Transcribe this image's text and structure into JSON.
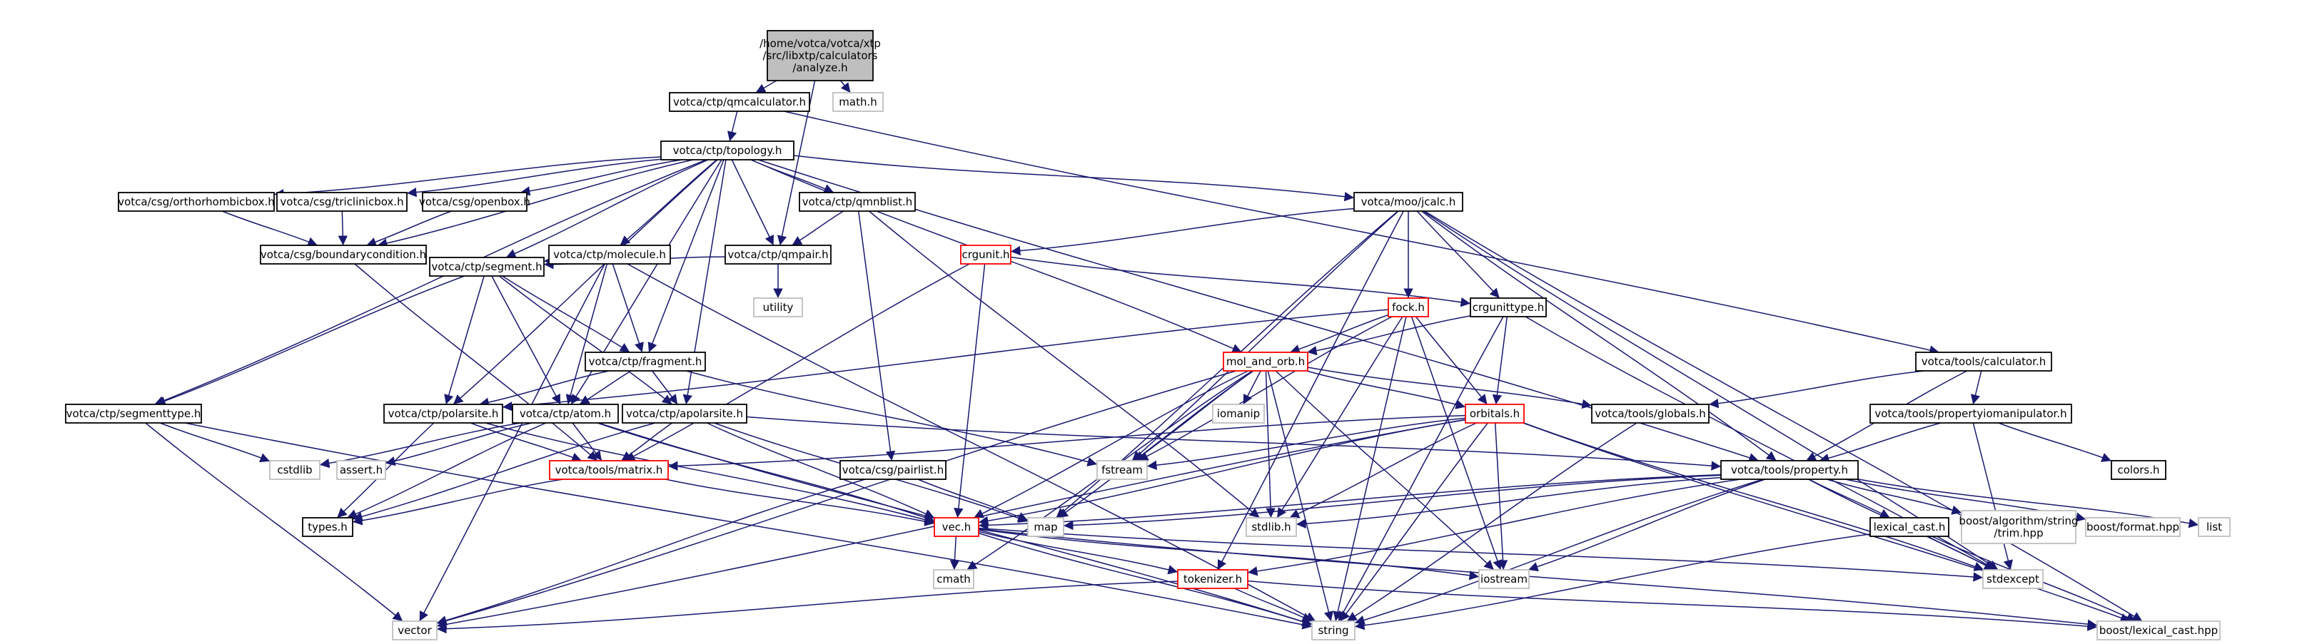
{
  "graph": {
    "colors": {
      "root_fill": "#bfbfbf",
      "root_border": "#000000",
      "node_border": "#000000",
      "missing_border": "#bfbfbf",
      "truncated_border": "#ff0000",
      "edge": "#191970",
      "text": "#000000"
    },
    "nodes": {
      "analyze": {
        "label": "/home/votca/votca/xtp\n/src/libxtp/calculators\n/analyze.h",
        "kind": "root"
      },
      "qmcalculator": {
        "label": "votca/ctp/qmcalculator.h",
        "kind": "normal"
      },
      "math": {
        "label": "math.h",
        "kind": "missing"
      },
      "topology": {
        "label": "votca/ctp/topology.h",
        "kind": "normal"
      },
      "orthorhombicbox": {
        "label": "votca/csg/orthorhombicbox.h",
        "kind": "normal"
      },
      "triclinicbox": {
        "label": "votca/csg/triclinicbox.h",
        "kind": "normal"
      },
      "openbox": {
        "label": "votca/csg/openbox.h",
        "kind": "normal"
      },
      "qmnblist": {
        "label": "votca/ctp/qmnblist.h",
        "kind": "normal"
      },
      "jcalc": {
        "label": "votca/moo/jcalc.h",
        "kind": "normal"
      },
      "boundarycondition": {
        "label": "votca/csg/boundarycondition.h",
        "kind": "normal"
      },
      "molecule": {
        "label": "votca/ctp/molecule.h",
        "kind": "normal"
      },
      "qmpair": {
        "label": "votca/ctp/qmpair.h",
        "kind": "normal"
      },
      "crgunit": {
        "label": "crgunit.h",
        "kind": "truncated"
      },
      "utility": {
        "label": "utility",
        "kind": "missing"
      },
      "segment": {
        "label": "votca/ctp/segment.h",
        "kind": "normal"
      },
      "fock": {
        "label": "fock.h",
        "kind": "truncated"
      },
      "crgunittype": {
        "label": "crgunittype.h",
        "kind": "normal"
      },
      "fragment": {
        "label": "votca/ctp/fragment.h",
        "kind": "normal"
      },
      "mol_and_orb": {
        "label": "mol_and_orb.h",
        "kind": "truncated"
      },
      "calculator": {
        "label": "votca/tools/calculator.h",
        "kind": "normal"
      },
      "segmenttype": {
        "label": "votca/ctp/segmenttype.h",
        "kind": "normal"
      },
      "polarsite": {
        "label": "votca/ctp/polarsite.h",
        "kind": "normal"
      },
      "atom": {
        "label": "votca/ctp/atom.h",
        "kind": "normal"
      },
      "apolarsite": {
        "label": "votca/ctp/apolarsite.h",
        "kind": "normal"
      },
      "iomanip": {
        "label": "iomanip",
        "kind": "missing"
      },
      "orbitals": {
        "label": "orbitals.h",
        "kind": "truncated"
      },
      "globals": {
        "label": "votca/tools/globals.h",
        "kind": "normal"
      },
      "propertyiomanipulator": {
        "label": "votca/tools/propertyiomanipulator.h",
        "kind": "normal"
      },
      "cstdlib": {
        "label": "cstdlib",
        "kind": "missing"
      },
      "assert": {
        "label": "assert.h",
        "kind": "missing"
      },
      "matrix": {
        "label": "votca/tools/matrix.h",
        "kind": "truncated"
      },
      "fstream": {
        "label": "fstream",
        "kind": "missing"
      },
      "pairlist": {
        "label": "votca/csg/pairlist.h",
        "kind": "normal"
      },
      "property": {
        "label": "votca/tools/property.h",
        "kind": "normal"
      },
      "colors": {
        "label": "colors.h",
        "kind": "normal"
      },
      "types": {
        "label": "types.h",
        "kind": "normal"
      },
      "map": {
        "label": "map",
        "kind": "missing"
      },
      "vec": {
        "label": "vec.h",
        "kind": "truncated"
      },
      "stdlib": {
        "label": "stdlib.h",
        "kind": "missing"
      },
      "lexical_cast": {
        "label": "lexical_cast.h",
        "kind": "normal"
      },
      "trim": {
        "label": "boost/algorithm/string\n/trim.hpp",
        "kind": "missing"
      },
      "format": {
        "label": "boost/format.hpp",
        "kind": "missing"
      },
      "list": {
        "label": "list",
        "kind": "missing"
      },
      "cmath": {
        "label": "cmath",
        "kind": "missing"
      },
      "tokenizer": {
        "label": "tokenizer.h",
        "kind": "truncated"
      },
      "iostream": {
        "label": "iostream",
        "kind": "missing"
      },
      "stdexcept": {
        "label": "stdexcept",
        "kind": "missing"
      },
      "vector": {
        "label": "vector",
        "kind": "missing"
      },
      "string": {
        "label": "string",
        "kind": "missing"
      },
      "boost_lexical_cast": {
        "label": "boost/lexical_cast.hpp",
        "kind": "missing"
      }
    },
    "edges": [
      [
        "analyze",
        "qmcalculator"
      ],
      [
        "analyze",
        "math"
      ],
      [
        "analyze",
        "qmpair"
      ],
      [
        "qmcalculator",
        "topology"
      ],
      [
        "qmcalculator",
        "calculator"
      ],
      [
        "topology",
        "orthorhombicbox"
      ],
      [
        "topology",
        "triclinicbox"
      ],
      [
        "topology",
        "openbox"
      ],
      [
        "topology",
        "qmnblist"
      ],
      [
        "topology",
        "jcalc"
      ],
      [
        "topology",
        "boundarycondition"
      ],
      [
        "topology",
        "molecule"
      ],
      [
        "topology",
        "qmpair"
      ],
      [
        "topology",
        "segment"
      ],
      [
        "topology",
        "fragment"
      ],
      [
        "topology",
        "mol_and_orb"
      ],
      [
        "topology",
        "segmenttype"
      ],
      [
        "topology",
        "polarsite"
      ],
      [
        "topology",
        "atom"
      ],
      [
        "topology",
        "apolarsite"
      ],
      [
        "topology",
        "property"
      ],
      [
        "orthorhombicbox",
        "boundarycondition"
      ],
      [
        "triclinicbox",
        "boundarycondition"
      ],
      [
        "openbox",
        "boundarycondition"
      ],
      [
        "boundarycondition",
        "matrix"
      ],
      [
        "qmnblist",
        "qmpair"
      ],
      [
        "qmnblist",
        "pairlist"
      ],
      [
        "qmnblist",
        "stdlib"
      ],
      [
        "jcalc",
        "crgunit"
      ],
      [
        "jcalc",
        "fock"
      ],
      [
        "jcalc",
        "crgunittype"
      ],
      [
        "jcalc",
        "map"
      ],
      [
        "jcalc",
        "fstream"
      ],
      [
        "jcalc",
        "property"
      ],
      [
        "jcalc",
        "stdexcept"
      ],
      [
        "jcalc",
        "boost_lexical_cast"
      ],
      [
        "jcalc",
        "tokenizer"
      ],
      [
        "molecule",
        "segment"
      ],
      [
        "molecule",
        "fragment"
      ],
      [
        "molecule",
        "atom"
      ],
      [
        "molecule",
        "vector"
      ],
      [
        "molecule",
        "string"
      ],
      [
        "qmpair",
        "segment"
      ],
      [
        "qmpair",
        "utility"
      ],
      [
        "crgunit",
        "crgunittype"
      ],
      [
        "crgunit",
        "matrix"
      ],
      [
        "crgunit",
        "vec"
      ],
      [
        "segment",
        "fragment"
      ],
      [
        "segment",
        "atom"
      ],
      [
        "segment",
        "polarsite"
      ],
      [
        "segment",
        "apolarsite"
      ],
      [
        "segment",
        "segmenttype"
      ],
      [
        "fock",
        "mol_and_orb"
      ],
      [
        "fock",
        "orbitals"
      ],
      [
        "fock",
        "stdlib"
      ],
      [
        "fock",
        "iostream"
      ],
      [
        "fock",
        "string"
      ],
      [
        "fock",
        "fstream"
      ],
      [
        "fock",
        "polarsite"
      ],
      [
        "crgunittype",
        "mol_and_orb"
      ],
      [
        "crgunittype",
        "orbitals"
      ],
      [
        "crgunittype",
        "string"
      ],
      [
        "crgunittype",
        "stdexcept"
      ],
      [
        "fragment",
        "atom"
      ],
      [
        "fragment",
        "apolarsite"
      ],
      [
        "fragment",
        "polarsite"
      ],
      [
        "fragment",
        "fstream"
      ],
      [
        "mol_and_orb",
        "orbitals"
      ],
      [
        "mol_and_orb",
        "globals"
      ],
      [
        "mol_and_orb",
        "iomanip"
      ],
      [
        "mol_and_orb",
        "fstream"
      ],
      [
        "mol_and_orb",
        "map"
      ],
      [
        "mol_and_orb",
        "vec"
      ],
      [
        "mol_and_orb",
        "stdlib"
      ],
      [
        "mol_and_orb",
        "iostream"
      ],
      [
        "mol_and_orb",
        "string"
      ],
      [
        "mol_and_orb",
        "vector"
      ],
      [
        "mol_and_orb",
        "cmath"
      ],
      [
        "calculator",
        "globals"
      ],
      [
        "calculator",
        "property"
      ],
      [
        "calculator",
        "propertyiomanipulator"
      ],
      [
        "segmenttype",
        "cstdlib"
      ],
      [
        "segmenttype",
        "vector"
      ],
      [
        "segmenttype",
        "string"
      ],
      [
        "polarsite",
        "matrix"
      ],
      [
        "polarsite",
        "vec"
      ],
      [
        "polarsite",
        "types"
      ],
      [
        "atom",
        "matrix"
      ],
      [
        "atom",
        "vec"
      ],
      [
        "atom",
        "assert"
      ],
      [
        "atom",
        "types"
      ],
      [
        "atom",
        "string"
      ],
      [
        "atom",
        "cstdlib"
      ],
      [
        "apolarsite",
        "matrix"
      ],
      [
        "apolarsite",
        "vec"
      ],
      [
        "apolarsite",
        "types"
      ],
      [
        "apolarsite",
        "map"
      ],
      [
        "apolarsite",
        "property"
      ],
      [
        "orbitals",
        "matrix"
      ],
      [
        "orbitals",
        "vec"
      ],
      [
        "orbitals",
        "fstream"
      ],
      [
        "orbitals",
        "stdlib"
      ],
      [
        "orbitals",
        "iostream"
      ],
      [
        "orbitals",
        "string"
      ],
      [
        "orbitals",
        "stdexcept"
      ],
      [
        "orbitals",
        "vector"
      ],
      [
        "orbitals",
        "boost_lexical_cast"
      ],
      [
        "globals",
        "string"
      ],
      [
        "propertyiomanipulator",
        "property"
      ],
      [
        "propertyiomanipulator",
        "colors"
      ],
      [
        "propertyiomanipulator",
        "stdexcept"
      ],
      [
        "matrix",
        "vec"
      ],
      [
        "matrix",
        "types"
      ],
      [
        "pairlist",
        "map"
      ],
      [
        "pairlist",
        "vector"
      ],
      [
        "property",
        "map"
      ],
      [
        "property",
        "vec"
      ],
      [
        "property",
        "stdlib"
      ],
      [
        "property",
        "lexical_cast"
      ],
      [
        "property",
        "trim"
      ],
      [
        "property",
        "format"
      ],
      [
        "property",
        "list"
      ],
      [
        "property",
        "tokenizer"
      ],
      [
        "property",
        "iostream"
      ],
      [
        "property",
        "stdexcept"
      ],
      [
        "property",
        "string"
      ],
      [
        "lexical_cast",
        "stdexcept"
      ],
      [
        "lexical_cast",
        "boost_lexical_cast"
      ],
      [
        "lexical_cast",
        "string"
      ],
      [
        "vec",
        "cmath"
      ],
      [
        "vec",
        "iostream"
      ],
      [
        "vec",
        "string"
      ],
      [
        "vec",
        "stdexcept"
      ],
      [
        "vec",
        "tokenizer"
      ],
      [
        "vec",
        "boost_lexical_cast"
      ],
      [
        "tokenizer",
        "string"
      ],
      [
        "tokenizer",
        "vector"
      ],
      [
        "tokenizer",
        "boost_lexical_cast"
      ]
    ]
  }
}
